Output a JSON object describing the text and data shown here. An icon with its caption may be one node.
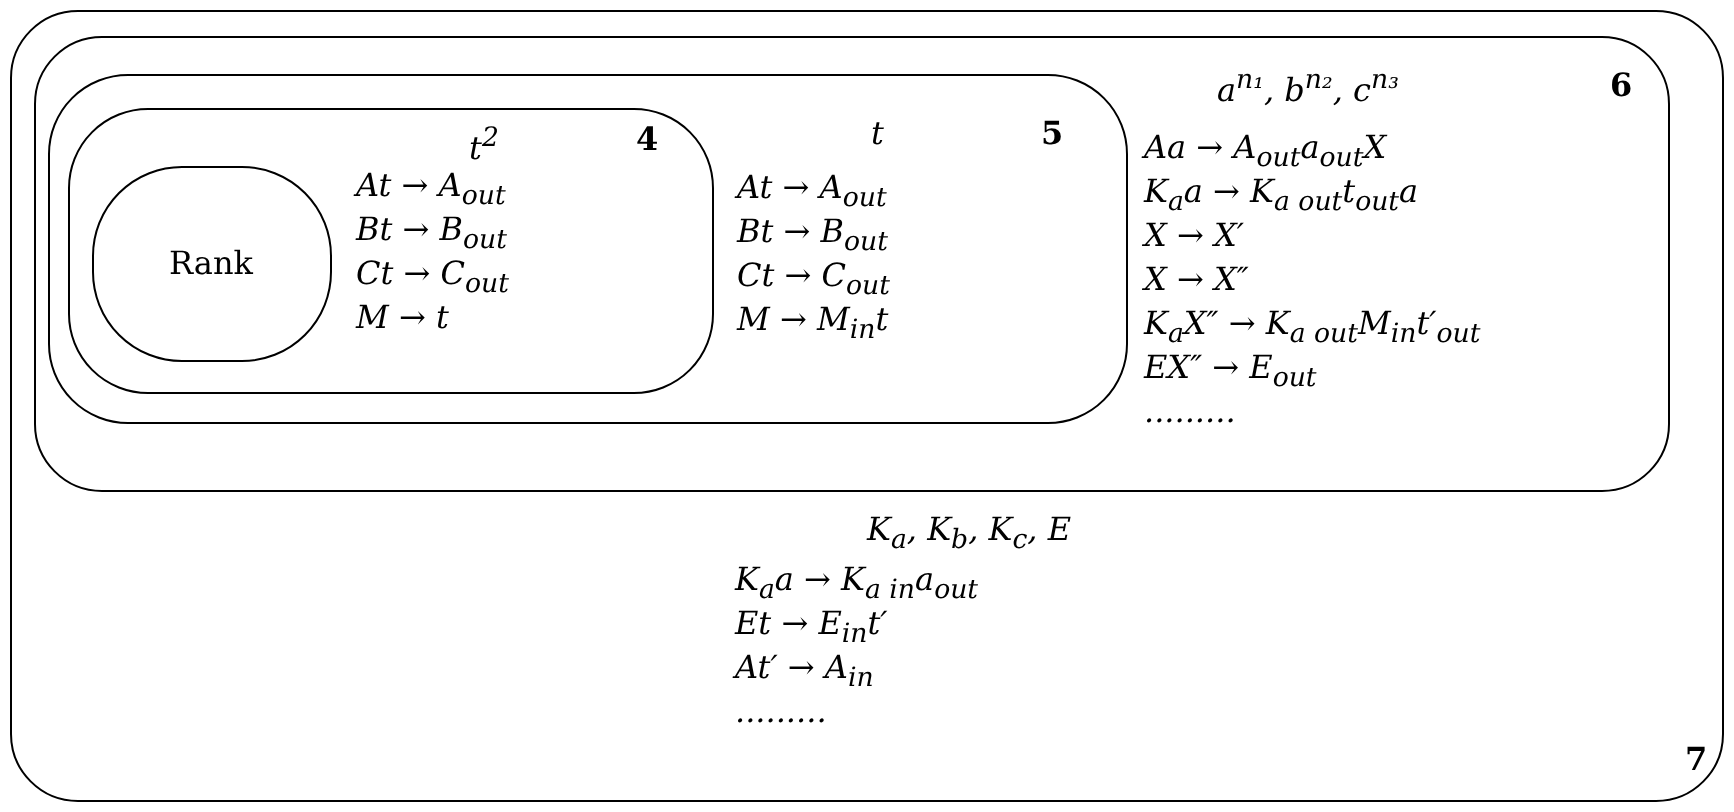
{
  "diagram": {
    "nodes": [
      {
        "text": [
          "7",
          "K$_{a}$, K$_{b}$, K$_{c}$, E",
          "K$_{a}$a → K$_{a in}$a$_{out}$",
          "Et → E$_{in}$t′",
          "At′ → A$_{in}$",
          "........."
        ]
      },
      {
        "text": [
          "6",
          "a$^{n₁}$, b$^{n₂}$, c$^{n₃}$",
          "Aa → A$_{out}$a$_{out}$X",
          "K$_{a}$a → K$_{a out}$t$_{out}$a",
          "X → X′",
          "X → X″",
          "K$_{a}$X″ → K$_{a out}$M$_{in}$t′$_{out}$",
          "EX″ → E$_{out}$",
          "........."
        ],
        "in": 0
      },
      {
        "text": [
          "5",
          "t",
          "At → A$_{out}$",
          "Bt → B$_{out}$",
          "Ct → C$_{out}$",
          "M → M$_{in}$t"
        ],
        "in": 1
      },
      {
        "text": [
          "4",
          "t$^{2}$",
          "At → A$_{out}$",
          "Bt → B$_{out}$",
          "Ct → C$_{out}$",
          "M → t"
        ],
        "in": 2
      },
      {
        "text": [
          "Rank"
        ],
        "in": 3
      }
    ]
  }
}
